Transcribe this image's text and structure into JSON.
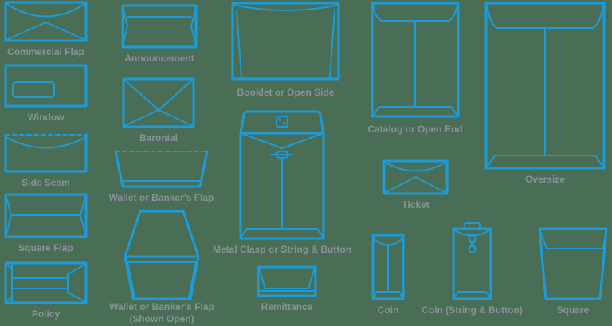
{
  "theme": {
    "bg": "#4a6e55",
    "line": "#1b9cd8",
    "label": "#8a9099"
  },
  "envelopes": [
    {
      "id": "commercial-flap",
      "label": "Commercial Flap"
    },
    {
      "id": "window",
      "label": "Window"
    },
    {
      "id": "side-seam",
      "label": "Side Seam"
    },
    {
      "id": "square-flap",
      "label": "Square Flap"
    },
    {
      "id": "policy",
      "label": "Policy"
    },
    {
      "id": "announcement",
      "label": "Announcement"
    },
    {
      "id": "baronial",
      "label": "Baronial"
    },
    {
      "id": "wallet",
      "label": "Wallet or Banker's Flap"
    },
    {
      "id": "wallet-open",
      "label": "Wallet or Banker's Flap",
      "label2": "(Shown Open)"
    },
    {
      "id": "booklet",
      "label": "Booklet or Open Side"
    },
    {
      "id": "metal-clasp",
      "label": "Metal Clasp or String & Button"
    },
    {
      "id": "remittance",
      "label": "Remittance"
    },
    {
      "id": "catalog",
      "label": "Catalog or Open End"
    },
    {
      "id": "ticket",
      "label": "Ticket"
    },
    {
      "id": "coin",
      "label": "Coin"
    },
    {
      "id": "coin-string",
      "label": "Coin (String & Button)"
    },
    {
      "id": "oversize",
      "label": "Oversize"
    },
    {
      "id": "square",
      "label": "Square"
    }
  ]
}
